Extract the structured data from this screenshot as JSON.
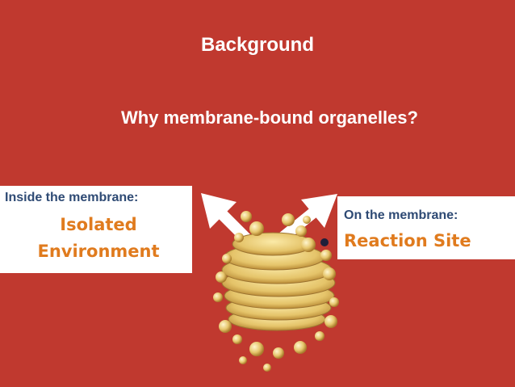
{
  "slide": {
    "title": "Background",
    "subtitle": "Why membrane-bound organelles?",
    "left_box": {
      "label": "Inside the membrane:",
      "value_line1": "Isolated",
      "value_line2": "Environment"
    },
    "right_box": {
      "label": "On the membrane:",
      "value": "Reaction Site"
    }
  },
  "colors": {
    "background": "#c0392f",
    "label_text": "#2e4a74",
    "value_text": "#e07b1e",
    "arrow": "#ffffff",
    "organelle": "#e9cf7a"
  },
  "illustration": {
    "subject": "golgi-apparatus",
    "arrows": [
      "arrow-up-left",
      "arrow-up-right"
    ]
  }
}
